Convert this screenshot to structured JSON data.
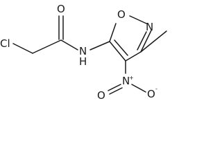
{
  "structure": {
    "atoms": {
      "chlorine": "Cl",
      "carbonyl_oxygen": "O",
      "amide_nitrogen": "N",
      "amide_hydrogen": "H",
      "ring_oxygen": "O",
      "ring_nitrogen": "N",
      "nitro_nitrogen": "N",
      "nitro_nitrogen_charge": "+",
      "nitro_oxygen_double": "O",
      "nitro_oxygen_single": "O",
      "nitro_oxygen_charge": "-"
    }
  }
}
